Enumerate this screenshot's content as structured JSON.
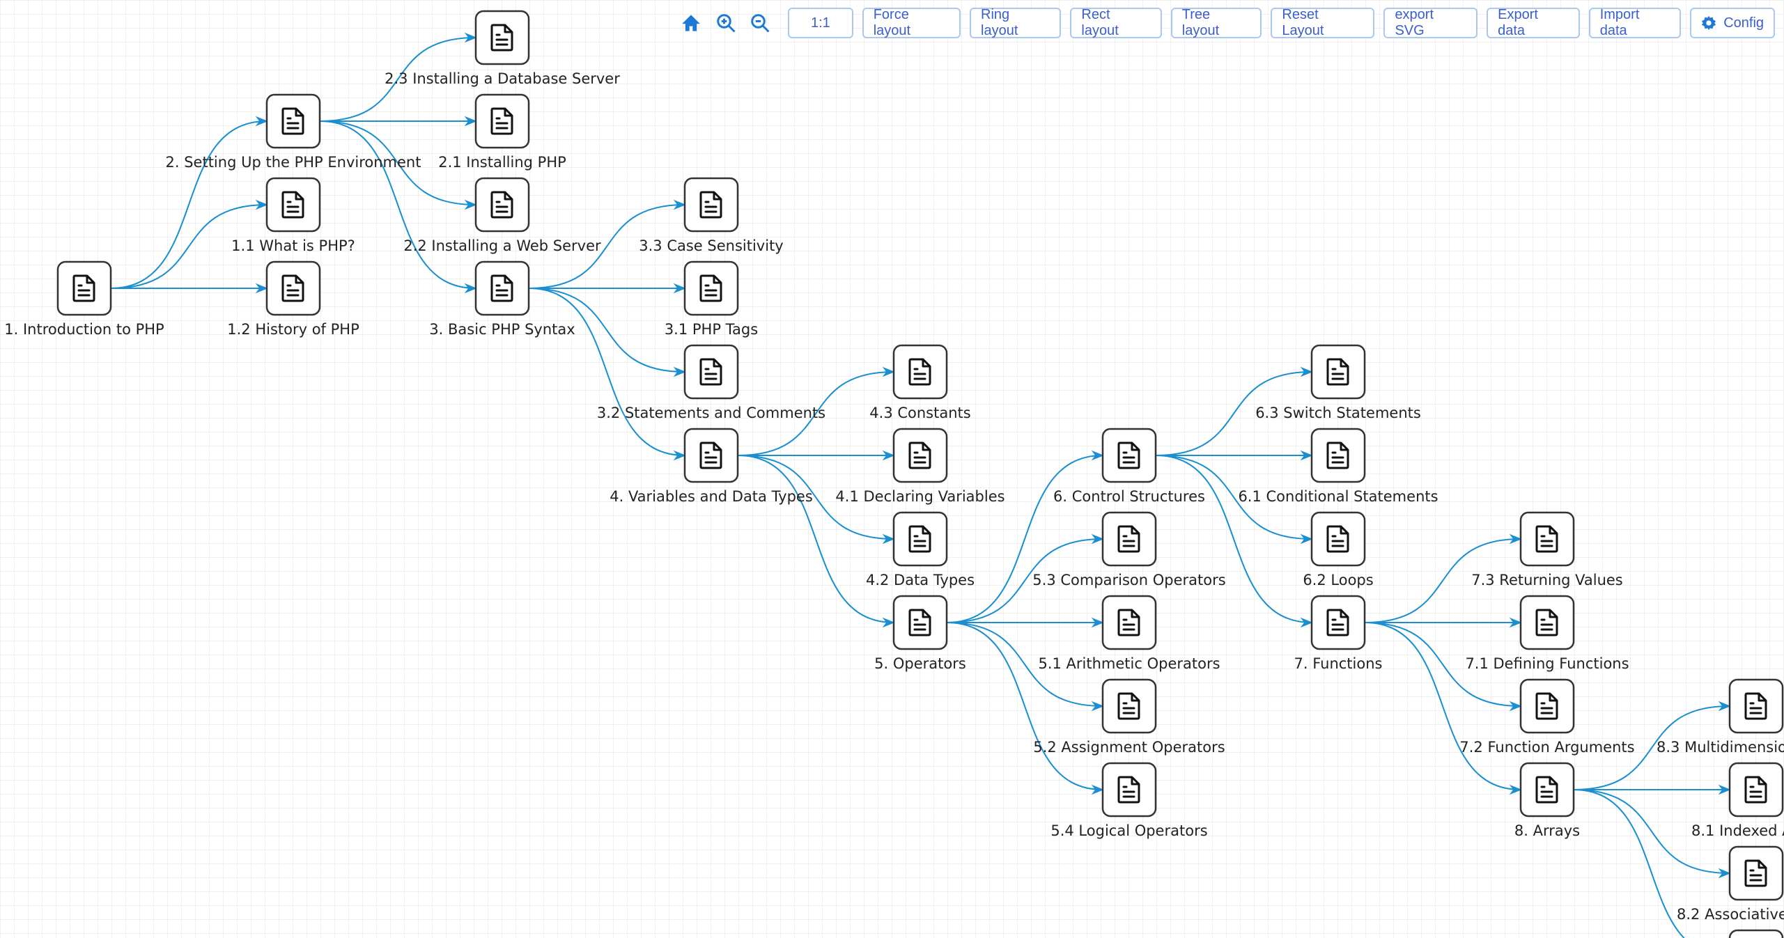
{
  "toolbar": {
    "home_icon": "home-icon",
    "zoom_in_icon": "zoom-in-icon",
    "zoom_out_icon": "zoom-out-icon",
    "buttons": [
      "1:1",
      "Force layout",
      "Ring layout",
      "Rect layout",
      "Tree layout",
      "Reset Layout",
      "export SVG",
      "Export data",
      "Import data",
      "Config"
    ],
    "accent": "#1e78d6"
  },
  "graph": {
    "node_icon": "document-icon",
    "edge_color": "#1a8fd0",
    "nodes": [
      {
        "id": "n1",
        "label": "1. Introduction to PHP"
      },
      {
        "id": "n2",
        "label": "2. Setting Up the PHP Environment"
      },
      {
        "id": "n11",
        "label": "1.1 What is PHP?"
      },
      {
        "id": "n12",
        "label": "1.2 History of PHP"
      },
      {
        "id": "n23",
        "label": "2.3 Installing a Database Server"
      },
      {
        "id": "n21",
        "label": "2.1 Installing PHP"
      },
      {
        "id": "n22",
        "label": "2.2 Installing a Web Server"
      },
      {
        "id": "n3",
        "label": "3. Basic PHP Syntax"
      },
      {
        "id": "n33",
        "label": "3.3 Case Sensitivity"
      },
      {
        "id": "n31",
        "label": "3.1 PHP Tags"
      },
      {
        "id": "n32",
        "label": "3.2 Statements and Comments"
      },
      {
        "id": "n4",
        "label": "4. Variables and Data Types"
      },
      {
        "id": "n43",
        "label": "4.3 Constants"
      },
      {
        "id": "n41",
        "label": "4.1 Declaring Variables"
      },
      {
        "id": "n42",
        "label": "4.2 Data Types"
      },
      {
        "id": "n5",
        "label": "5. Operators"
      },
      {
        "id": "n6",
        "label": "6. Control Structures"
      },
      {
        "id": "n53",
        "label": "5.3 Comparison Operators"
      },
      {
        "id": "n51",
        "label": "5.1 Arithmetic Operators"
      },
      {
        "id": "n52",
        "label": "5.2 Assignment Operators"
      },
      {
        "id": "n54",
        "label": "5.4 Logical Operators"
      },
      {
        "id": "n63",
        "label": "6.3 Switch Statements"
      },
      {
        "id": "n61",
        "label": "6.1 Conditional Statements"
      },
      {
        "id": "n62",
        "label": "6.2 Loops"
      },
      {
        "id": "n7",
        "label": "7. Functions"
      },
      {
        "id": "n73",
        "label": "7.3 Returning Values"
      },
      {
        "id": "n71",
        "label": "7.1 Defining Functions"
      },
      {
        "id": "n72",
        "label": "7.2 Function Arguments"
      },
      {
        "id": "n8",
        "label": "8. Arrays"
      },
      {
        "id": "n83",
        "label": "8.3 Multidimensio"
      },
      {
        "id": "n81",
        "label": "8.1 Indexed A"
      },
      {
        "id": "n82",
        "label": "8.2 Associative"
      },
      {
        "id": "n84",
        "label": ""
      }
    ],
    "edges": [
      [
        "n1",
        "n2"
      ],
      [
        "n1",
        "n11"
      ],
      [
        "n1",
        "n12"
      ],
      [
        "n2",
        "n23"
      ],
      [
        "n2",
        "n21"
      ],
      [
        "n2",
        "n22"
      ],
      [
        "n2",
        "n3"
      ],
      [
        "n3",
        "n33"
      ],
      [
        "n3",
        "n31"
      ],
      [
        "n3",
        "n32"
      ],
      [
        "n3",
        "n4"
      ],
      [
        "n4",
        "n43"
      ],
      [
        "n4",
        "n41"
      ],
      [
        "n4",
        "n42"
      ],
      [
        "n4",
        "n5"
      ],
      [
        "n5",
        "n6"
      ],
      [
        "n5",
        "n53"
      ],
      [
        "n5",
        "n51"
      ],
      [
        "n5",
        "n52"
      ],
      [
        "n5",
        "n54"
      ],
      [
        "n6",
        "n63"
      ],
      [
        "n6",
        "n61"
      ],
      [
        "n6",
        "n62"
      ],
      [
        "n6",
        "n7"
      ],
      [
        "n7",
        "n73"
      ],
      [
        "n7",
        "n71"
      ],
      [
        "n7",
        "n72"
      ],
      [
        "n7",
        "n8"
      ],
      [
        "n8",
        "n83"
      ],
      [
        "n8",
        "n81"
      ],
      [
        "n8",
        "n82"
      ],
      [
        "n8",
        "n84"
      ]
    ]
  }
}
